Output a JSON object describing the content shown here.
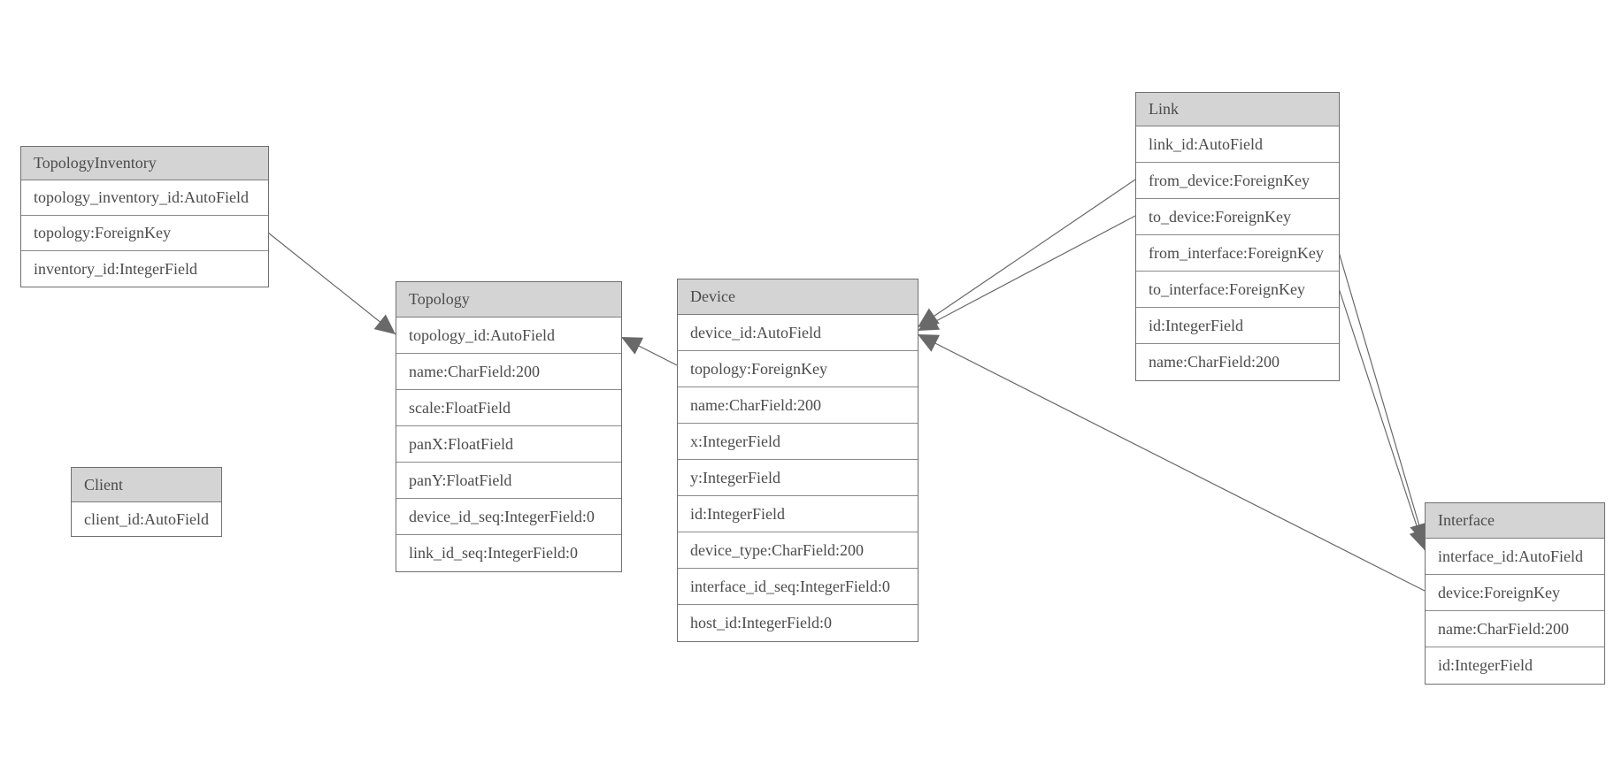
{
  "colors": {
    "background": "#ffffff",
    "header_fill": "#d4d4d4",
    "table_border": "#6f6f6f",
    "row_separator": "#8a8a8a",
    "text": "#4b4b4b",
    "edge_line": "#696969",
    "arrowhead_fill": "#696969"
  },
  "entities": {
    "topology_inventory": {
      "title": "TopologyInventory",
      "fields": [
        "topology_inventory_id:AutoField",
        "topology:ForeignKey",
        "inventory_id:IntegerField"
      ]
    },
    "topology": {
      "title": "Topology",
      "fields": [
        "topology_id:AutoField",
        "name:CharField:200",
        "scale:FloatField",
        "panX:FloatField",
        "panY:FloatField",
        "device_id_seq:IntegerField:0",
        "link_id_seq:IntegerField:0"
      ]
    },
    "client": {
      "title": "Client",
      "fields": [
        "client_id:AutoField"
      ]
    },
    "device": {
      "title": "Device",
      "fields": [
        "device_id:AutoField",
        "topology:ForeignKey",
        "name:CharField:200",
        "x:IntegerField",
        "y:IntegerField",
        "id:IntegerField",
        "device_type:CharField:200",
        "interface_id_seq:IntegerField:0",
        "host_id:IntegerField:0"
      ]
    },
    "link": {
      "title": "Link",
      "fields": [
        "link_id:AutoField",
        "from_device:ForeignKey",
        "to_device:ForeignKey",
        "from_interface:ForeignKey",
        "to_interface:ForeignKey",
        "id:IntegerField",
        "name:CharField:200"
      ]
    },
    "interface": {
      "title": "Interface",
      "fields": [
        "interface_id:AutoField",
        "device:ForeignKey",
        "name:CharField:200",
        "id:IntegerField"
      ]
    }
  },
  "relationships": [
    {
      "from": "TopologyInventory.topology",
      "to": "Topology.topology_id"
    },
    {
      "from": "Device.topology",
      "to": "Topology.topology_id"
    },
    {
      "from": "Link.from_device",
      "to": "Device.device_id"
    },
    {
      "from": "Link.to_device",
      "to": "Device.device_id"
    },
    {
      "from": "Interface.device",
      "to": "Device.device_id"
    },
    {
      "from": "Link.from_interface",
      "to": "Interface.interface_id"
    },
    {
      "from": "Link.to_interface",
      "to": "Interface.interface_id"
    }
  ]
}
